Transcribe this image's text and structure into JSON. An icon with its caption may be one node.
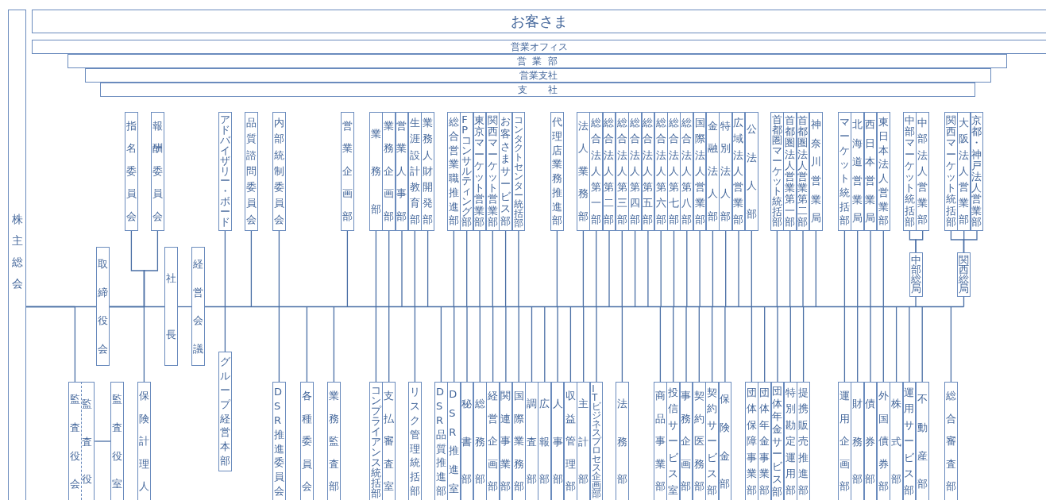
{
  "diagram": {
    "nodes": [
      {
        "text": [
          "株主総会"
        ]
      },
      {
        "text": [
          "お客さま"
        ]
      },
      {
        "text": [
          "営業オフィス"
        ]
      },
      {
        "text": [
          "営業部"
        ]
      },
      {
        "text": [
          "営業支社"
        ]
      },
      {
        "text": [
          "支社"
        ]
      },
      {
        "text": [
          "指名委員会"
        ]
      },
      {
        "text": [
          "報酬委員会"
        ]
      },
      {
        "text": [
          "アドバイザリー・ボード"
        ]
      },
      {
        "text": [
          "品質諮問委員会"
        ]
      },
      {
        "text": [
          "内部統制委員会"
        ]
      },
      {
        "text": [
          "営業企画部"
        ]
      },
      {
        "text": [
          "業務部"
        ]
      },
      {
        "text": [
          "業務企画部"
        ]
      },
      {
        "text": [
          "営業人事部"
        ]
      },
      {
        "text": [
          "生涯設計教育部"
        ]
      },
      {
        "text": [
          "業務人財開発部"
        ]
      },
      {
        "text": [
          "総合営業職推進部"
        ]
      },
      {
        "text": [
          "FPコンサルティング部"
        ]
      },
      {
        "text": [
          "東京マーケット営業部"
        ]
      },
      {
        "text": [
          "関西マーケット営業部"
        ]
      },
      {
        "text": [
          "お客さまサービス部"
        ]
      },
      {
        "text": [
          "コンタクトセンター統括部"
        ]
      },
      {
        "text": [
          "代理店業務推進部"
        ]
      },
      {
        "text": [
          "法人業務部"
        ]
      },
      {
        "text": [
          "総合法人第一部"
        ]
      },
      {
        "text": [
          "総合法人第二部"
        ]
      },
      {
        "text": [
          "総合法人第三部"
        ]
      },
      {
        "text": [
          "総合法人第四部"
        ]
      },
      {
        "text": [
          "総合法人第五部"
        ]
      },
      {
        "text": [
          "総合法人第六部"
        ]
      },
      {
        "text": [
          "総合法人第七部"
        ]
      },
      {
        "text": [
          "総合法人第八部"
        ]
      },
      {
        "text": [
          "国際法人営業部"
        ]
      },
      {
        "text": [
          "金融法人部"
        ]
      },
      {
        "text": [
          "特別法人部"
        ]
      },
      {
        "text": [
          "広域法人営業部"
        ]
      },
      {
        "text": [
          "公法人部"
        ]
      },
      {
        "text": [
          "首都圏マーケット統括部"
        ]
      },
      {
        "text": [
          "首都圏法人営業第一部"
        ]
      },
      {
        "text": [
          "首都圏法人営業第二部"
        ]
      },
      {
        "text": [
          "神奈川営業局"
        ]
      },
      {
        "text": [
          "マーケット統括部"
        ]
      },
      {
        "text": [
          "北海道営業局"
        ]
      },
      {
        "text": [
          "西日本営業局"
        ]
      },
      {
        "text": [
          "東日本法人営業部"
        ]
      },
      {
        "text": [
          "中部マーケット統括部"
        ]
      },
      {
        "text": [
          "中部法人営業部"
        ]
      },
      {
        "text": [
          "関西マーケット統括部"
        ]
      },
      {
        "text": [
          "大阪法人営業部"
        ]
      },
      {
        "text": [
          "京都・神戸法人営業部"
        ]
      },
      {
        "text": [
          "取締役会"
        ]
      },
      {
        "text": [
          "社長"
        ]
      },
      {
        "text": [
          "経営会議"
        ]
      },
      {
        "text": [
          "中部総局"
        ]
      },
      {
        "text": [
          "関西総局"
        ]
      },
      {
        "text": [
          "監査役会"
        ]
      },
      {
        "text": [
          "監査役"
        ]
      },
      {
        "text": [
          "監査役室"
        ]
      },
      {
        "text": [
          "保険計理人"
        ]
      },
      {
        "text": [
          "グループ経営本部"
        ]
      },
      {
        "text": [
          "DSR推進委員会"
        ]
      },
      {
        "text": [
          "各種委員会"
        ]
      },
      {
        "text": [
          "業務監査部"
        ]
      },
      {
        "text": [
          "コンプライアンス統括部"
        ]
      },
      {
        "text": [
          "支払審査室"
        ]
      },
      {
        "text": [
          "リスク管理統括部"
        ]
      },
      {
        "text": [
          "DSR品質推進部"
        ]
      },
      {
        "text": [
          "DSR推進室"
        ]
      },
      {
        "text": [
          "秘書部"
        ]
      },
      {
        "text": [
          "総務部"
        ]
      },
      {
        "text": [
          "経営企画部"
        ]
      },
      {
        "text": [
          "関連事業部"
        ]
      },
      {
        "text": [
          "国際業務部"
        ]
      },
      {
        "text": [
          "調査部"
        ]
      },
      {
        "text": [
          "広報部"
        ]
      },
      {
        "text": [
          "人事部"
        ]
      },
      {
        "text": [
          "収益管理部"
        ]
      },
      {
        "text": [
          "主計部"
        ]
      },
      {
        "text": [
          "ITビジネスプロセス企画部"
        ]
      },
      {
        "text": [
          "法務部"
        ]
      },
      {
        "text": [
          "商品事業部"
        ]
      },
      {
        "text": [
          "投信サービス室"
        ]
      },
      {
        "text": [
          "事務企画部"
        ]
      },
      {
        "text": [
          "契約医務部"
        ]
      },
      {
        "text": [
          "契約サービス部"
        ]
      },
      {
        "text": [
          "保険金部"
        ]
      },
      {
        "text": [
          "団体保障事業部"
        ]
      },
      {
        "text": [
          "団体年金事業部"
        ]
      },
      {
        "text": [
          "団体年金サービス部"
        ]
      },
      {
        "text": [
          "特別勘定運用部"
        ]
      },
      {
        "text": [
          "提携販売推進部"
        ]
      },
      {
        "text": [
          "運用企画部"
        ]
      },
      {
        "text": [
          "財務部"
        ]
      },
      {
        "text": [
          "債券部"
        ]
      },
      {
        "text": [
          "外国債券部"
        ]
      },
      {
        "text": [
          "株式部"
        ]
      },
      {
        "text": [
          "運用サービス部"
        ]
      },
      {
        "text": [
          "不動産部"
        ]
      },
      {
        "text": [
          "総合審査部"
        ]
      }
    ],
    "edges": [
      {
        "from": 0,
        "to": 51,
        "arrow": "none"
      },
      {
        "from": 0,
        "to": 56,
        "arrow": "none"
      },
      {
        "from": 57,
        "to": 58,
        "arrow": "none"
      },
      {
        "from": 51,
        "to": 6,
        "arrow": "none"
      },
      {
        "from": 51,
        "to": 7,
        "arrow": "none"
      },
      {
        "from": 51,
        "to": 59,
        "arrow": "none"
      },
      {
        "from": 51,
        "to": 52,
        "arrow": "none"
      },
      {
        "from": 52,
        "to": 53,
        "arrow": "none"
      },
      {
        "from": 53,
        "to": 8,
        "arrow": "none"
      },
      {
        "from": 53,
        "to": 9,
        "arrow": "none"
      },
      {
        "from": 53,
        "to": 10,
        "arrow": "none"
      },
      {
        "from": 53,
        "to": 11,
        "arrow": "none"
      },
      {
        "from": 53,
        "to": 12,
        "arrow": "none"
      },
      {
        "from": 53,
        "to": 13,
        "arrow": "none"
      },
      {
        "from": 53,
        "to": 14,
        "arrow": "none"
      },
      {
        "from": 53,
        "to": 15,
        "arrow": "none"
      },
      {
        "from": 53,
        "to": 16,
        "arrow": "none"
      },
      {
        "from": 53,
        "to": 17,
        "arrow": "none"
      },
      {
        "from": 53,
        "to": 18,
        "arrow": "none"
      },
      {
        "from": 53,
        "to": 19,
        "arrow": "none"
      },
      {
        "from": 53,
        "to": 20,
        "arrow": "none"
      },
      {
        "from": 53,
        "to": 21,
        "arrow": "none"
      },
      {
        "from": 53,
        "to": 22,
        "arrow": "none"
      },
      {
        "from": 53,
        "to": 23,
        "arrow": "none"
      },
      {
        "from": 53,
        "to": 24,
        "arrow": "none"
      },
      {
        "from": 53,
        "to": 25,
        "arrow": "none"
      },
      {
        "from": 53,
        "to": 26,
        "arrow": "none"
      },
      {
        "from": 53,
        "to": 27,
        "arrow": "none"
      },
      {
        "from": 53,
        "to": 28,
        "arrow": "none"
      },
      {
        "from": 53,
        "to": 29,
        "arrow": "none"
      },
      {
        "from": 53,
        "to": 30,
        "arrow": "none"
      },
      {
        "from": 53,
        "to": 31,
        "arrow": "none"
      },
      {
        "from": 53,
        "to": 32,
        "arrow": "none"
      },
      {
        "from": 53,
        "to": 33,
        "arrow": "none"
      },
      {
        "from": 53,
        "to": 34,
        "arrow": "none"
      },
      {
        "from": 53,
        "to": 35,
        "arrow": "none"
      },
      {
        "from": 53,
        "to": 36,
        "arrow": "none"
      },
      {
        "from": 53,
        "to": 37,
        "arrow": "none"
      },
      {
        "from": 53,
        "to": 38,
        "arrow": "none"
      },
      {
        "from": 53,
        "to": 39,
        "arrow": "none"
      },
      {
        "from": 53,
        "to": 40,
        "arrow": "none"
      },
      {
        "from": 53,
        "to": 41,
        "arrow": "none"
      },
      {
        "from": 53,
        "to": 42,
        "arrow": "none"
      },
      {
        "from": 53,
        "to": 43,
        "arrow": "none"
      },
      {
        "from": 53,
        "to": 44,
        "arrow": "none"
      },
      {
        "from": 53,
        "to": 45,
        "arrow": "none"
      },
      {
        "from": 53,
        "to": 54,
        "arrow": "none"
      },
      {
        "from": 53,
        "to": 55,
        "arrow": "none"
      },
      {
        "from": 54,
        "to": 46,
        "arrow": "none"
      },
      {
        "from": 54,
        "to": 47,
        "arrow": "none"
      },
      {
        "from": 55,
        "to": 48,
        "arrow": "none"
      },
      {
        "from": 55,
        "to": 49,
        "arrow": "none"
      },
      {
        "from": 55,
        "to": 50,
        "arrow": "none"
      },
      {
        "from": 53,
        "to": 60,
        "arrow": "none"
      },
      {
        "from": 53,
        "to": 61,
        "arrow": "none"
      },
      {
        "from": 53,
        "to": 62,
        "arrow": "none"
      },
      {
        "from": 53,
        "to": 63,
        "arrow": "none"
      },
      {
        "from": 53,
        "to": 64,
        "arrow": "none"
      },
      {
        "from": 53,
        "to": 65,
        "arrow": "none"
      },
      {
        "from": 53,
        "to": 66,
        "arrow": "none"
      },
      {
        "from": 53,
        "to": 67,
        "arrow": "none"
      },
      {
        "from": 53,
        "to": 68,
        "arrow": "none"
      },
      {
        "from": 53,
        "to": 69,
        "arrow": "none"
      },
      {
        "from": 53,
        "to": 70,
        "arrow": "none"
      },
      {
        "from": 53,
        "to": 71,
        "arrow": "none"
      },
      {
        "from": 53,
        "to": 72,
        "arrow": "none"
      },
      {
        "from": 53,
        "to": 73,
        "arrow": "none"
      },
      {
        "from": 53,
        "to": 74,
        "arrow": "none"
      },
      {
        "from": 53,
        "to": 75,
        "arrow": "none"
      },
      {
        "from": 53,
        "to": 76,
        "arrow": "none"
      },
      {
        "from": 53,
        "to": 77,
        "arrow": "none"
      },
      {
        "from": 53,
        "to": 78,
        "arrow": "none"
      },
      {
        "from": 53,
        "to": 79,
        "arrow": "none"
      },
      {
        "from": 53,
        "to": 80,
        "arrow": "none"
      },
      {
        "from": 53,
        "to": 81,
        "arrow": "none"
      },
      {
        "from": 53,
        "to": 82,
        "arrow": "none"
      },
      {
        "from": 53,
        "to": 83,
        "arrow": "none"
      },
      {
        "from": 53,
        "to": 84,
        "arrow": "none"
      },
      {
        "from": 53,
        "to": 85,
        "arrow": "none"
      },
      {
        "from": 53,
        "to": 86,
        "arrow": "none"
      },
      {
        "from": 53,
        "to": 87,
        "arrow": "none"
      },
      {
        "from": 53,
        "to": 88,
        "arrow": "none"
      },
      {
        "from": 53,
        "to": 89,
        "arrow": "none"
      },
      {
        "from": 53,
        "to": 90,
        "arrow": "none"
      },
      {
        "from": 53,
        "to": 91,
        "arrow": "none"
      },
      {
        "from": 53,
        "to": 92,
        "arrow": "none"
      },
      {
        "from": 53,
        "to": 93,
        "arrow": "none"
      },
      {
        "from": 53,
        "to": 94,
        "arrow": "none"
      },
      {
        "from": 53,
        "to": 95,
        "arrow": "none"
      },
      {
        "from": 53,
        "to": 96,
        "arrow": "none"
      },
      {
        "from": 53,
        "to": 97,
        "arrow": "none"
      },
      {
        "from": 53,
        "to": 98,
        "arrow": "none"
      },
      {
        "from": 53,
        "to": 99,
        "arrow": "none"
      }
    ]
  }
}
